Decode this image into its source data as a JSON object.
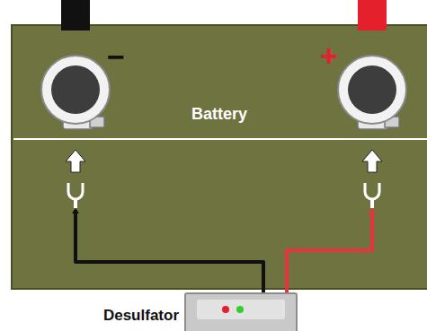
{
  "diagram": {
    "nodes": [
      {
        "text": [
          "Battery"
        ]
      },
      {
        "text": [
          "Desulfator"
        ]
      }
    ],
    "edges": [
      {
        "from": 1,
        "to": 0,
        "arrow": "to"
      },
      {
        "from": 1,
        "to": 0,
        "arrow": "to"
      }
    ],
    "labels": [
      "−",
      "+"
    ]
  }
}
